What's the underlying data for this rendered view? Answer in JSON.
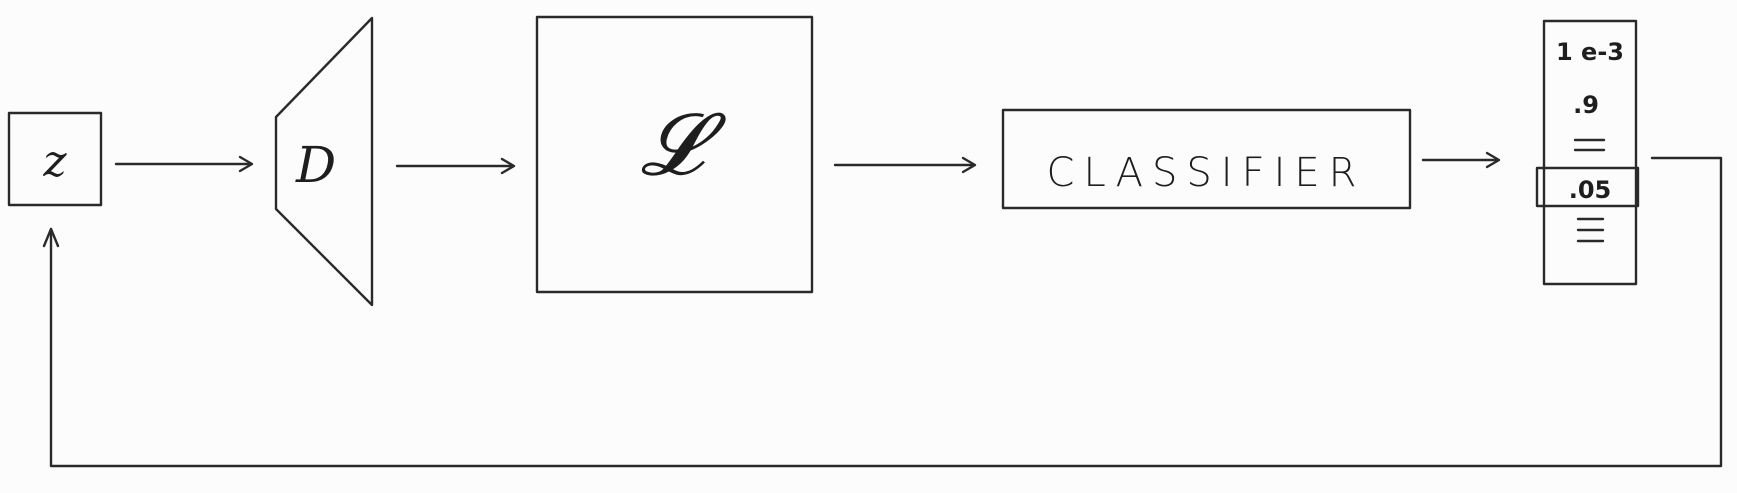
{
  "diagram": {
    "input_label": "z",
    "decoder_label": "D",
    "latent_label": "𝓛",
    "classifier_label": "CLASSIFIER",
    "output_values": {
      "first": "1 e-3",
      "second": ".9",
      "selected": ".05"
    }
  },
  "colors": {
    "ink": "#2a2a2a",
    "background": "#fcfcfc"
  }
}
